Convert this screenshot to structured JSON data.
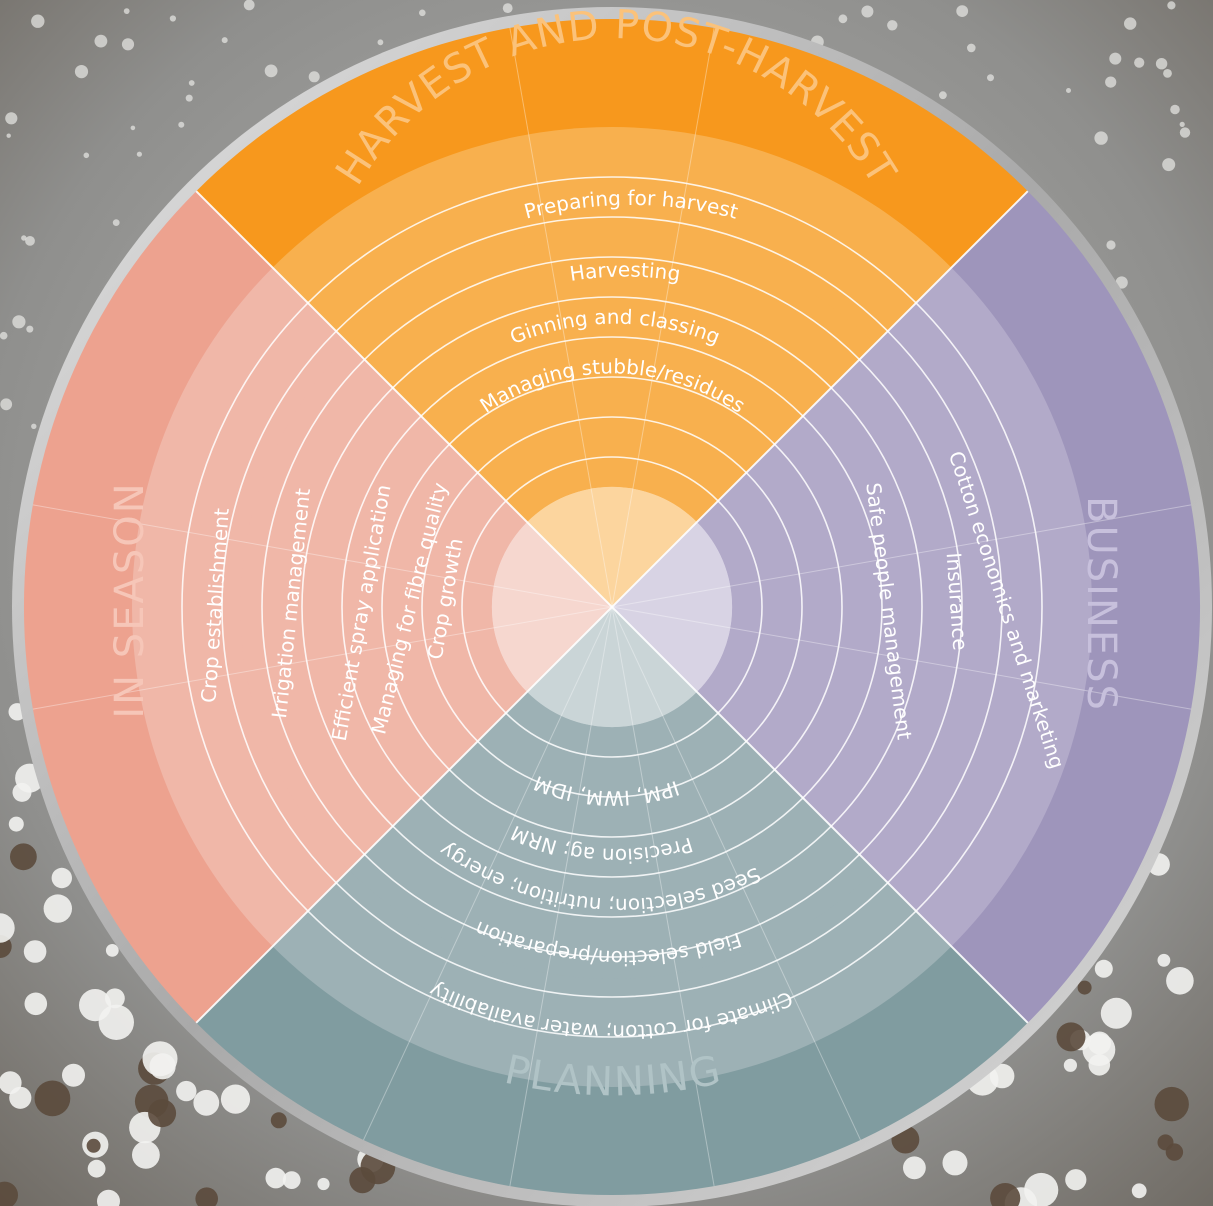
{
  "quadrants": [
    {
      "id": "harvest",
      "title": "HARVEST AND POST-HARVEST",
      "colors": {
        "outer": "#f7981d",
        "band": "#f8b04e",
        "inner": "#f8b04e",
        "core": "#fcd59e"
      },
      "items": [
        "Preparing for harvest",
        "Harvesting",
        "Ginning and classing",
        "Managing stubble/residues"
      ]
    },
    {
      "id": "business",
      "title": "BUSINESS",
      "colors": {
        "outer": "#9e95bb",
        "band": "#b2aac9",
        "inner": "#b2aac9",
        "core": "#d8d3e4"
      },
      "items": [
        "Cotton economics and marketing",
        "Insurance",
        "Safe people management"
      ]
    },
    {
      "id": "planning",
      "title": "PLANNING",
      "colors": {
        "outer": "#809ca0",
        "band": "#9db1b5",
        "inner": "#9db1b5",
        "core": "#cad5d7"
      },
      "items": [
        "Climate for cotton; water availability",
        "Field selection/preparation",
        "Seed selection; nutrition; energy",
        "Precision ag; NRM",
        "IPM, IWM, IDM"
      ]
    },
    {
      "id": "in-season",
      "title": "IN SEASON",
      "colors": {
        "outer": "#eda28f",
        "band": "#f0b7a8",
        "inner": "#f0b7a8",
        "core": "#f6d7cf"
      },
      "items": [
        "Crop establishment",
        "Irrigation management",
        "Efficient spray application",
        "Managing for fibre quality",
        "Crop growth"
      ]
    }
  ],
  "background": {
    "field": "#9a9a98",
    "rim": "#cfcfcf"
  }
}
